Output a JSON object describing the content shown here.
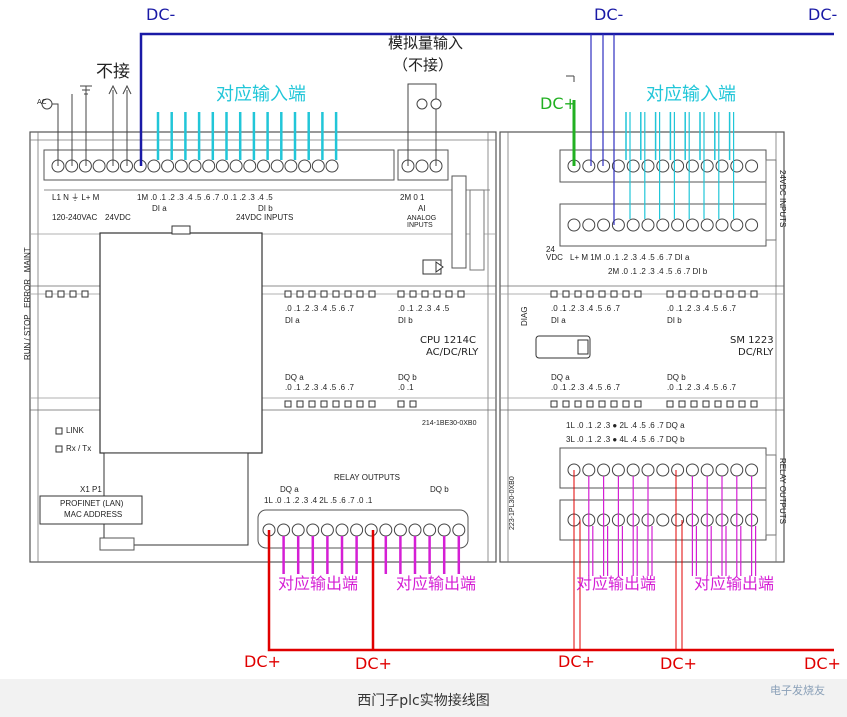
{
  "caption": "西门子plc实物接线图",
  "watermark": "电子发烧友",
  "colors": {
    "dc_minus": "#1a1aa6",
    "dc_plus_out": "#e00000",
    "dc_plus_in": "#22b022",
    "input_wires": "#21c6d8",
    "output_wires": "#d51fd5"
  },
  "labels": {
    "dc_minus_1": "DC-",
    "dc_minus_2": "DC-",
    "dc_minus_3": "DC-",
    "not_connected": "不接",
    "analog_input": "模拟量输入",
    "analog_not_connected": "（不接）",
    "dc_plus_green": "DC+",
    "input_cpu": "对应输入端",
    "input_sm": "对应输入端",
    "output_1": "对应输出端",
    "output_2": "对应输出端",
    "output_3": "对应输出端",
    "output_4": "对应输出端",
    "dc_plus_1": "DC+",
    "dc_plus_2": "DC+",
    "dc_plus_3": "DC+",
    "dc_plus_4": "DC+",
    "dc_plus_5": "DC+"
  },
  "cpu": {
    "ac": "AC",
    "power_terminals": "L1   N   ⏚    L+   M",
    "power_spec": "120-240VAC",
    "sensor_spec": "24VDC",
    "input_header": "1M  .0   .1   .2   .3   .4   .5   .6   .7   .0   .1   .2   .3   .4   .5",
    "input_group_a": "DI a",
    "input_group_b": "DI b",
    "input_spec": "24VDC INPUTS",
    "analog_header": "2M   0    1",
    "analog_ai": "AI",
    "analog_spec": "ANALOG\nINPUTS",
    "status_labels": "RUN / STOP   ERROR   MAINT",
    "di_a_leds": ".0 .1 .2 .3 .4 .5 .6 .7",
    "di_a": "DI a",
    "di_b_leds": ".0 .1 .2 .3 .4 .5",
    "di_b": "DI b",
    "model": "CPU 1214C",
    "model_sub": "AC/DC/RLY",
    "dq_a": "DQ a",
    "dq_a_leds": ".0 .1 .2 .3 .4 .5 .6 .7",
    "dq_b": "DQ b",
    "dq_b_leds": ".0 .1",
    "link": "LINK",
    "rxtx": "Rx / Tx",
    "order_no": "214-1BE30-0XB0",
    "port": "X1 P1",
    "profinet": "PROFINET (LAN)",
    "mac": "MAC ADDRESS",
    "relay_outputs": "RELAY OUTPUTS",
    "out_dq_a": "DQ a",
    "out_dq_b": "DQ b",
    "out_header": "1L  .0   .1   .2   .3   .4   2L   .5   .6   .7   .0   .1"
  },
  "sm": {
    "sensor_spec": "24\nVDC",
    "top_header": "L+  M   1M  .0   .1   .2   .3   .4   .5   .6   .7   DI a",
    "bottom_header": "2M  .0   .1   .2   .3   .4   .5   .6   .7   DI b",
    "side_inputs": "24VDC INPUTS",
    "diag": "DIAG",
    "di_a_leds": ".0 .1 .2 .3 .4 .5 .6 .7",
    "di_a": "DI a",
    "di_b_leds": ".0 .1 .2 .3 .4 .5 .6 .7",
    "di_b": "DI b",
    "model": "SM 1223",
    "model_sub": "DC/RLY",
    "dq_a": "DQ a",
    "dq_a_leds": ".0 .1 .2 .3 .4 .5 .6 .7",
    "dq_b": "DQ b",
    "dq_b_leds": ".0 .1 .2 .3 .4 .5 .6 .7",
    "order_no": "223-1PL30-0XB0",
    "out_top_header": "1L  .0   .1   .2   .3    ●    2L   .4   .5   .6   .7   DQ a",
    "out_bottom_header": "3L  .0   .1   .2   .3    ●    4L   .4   .5   .6   .7   DQ b",
    "side_outputs": "RELAY OUTPUTS"
  }
}
